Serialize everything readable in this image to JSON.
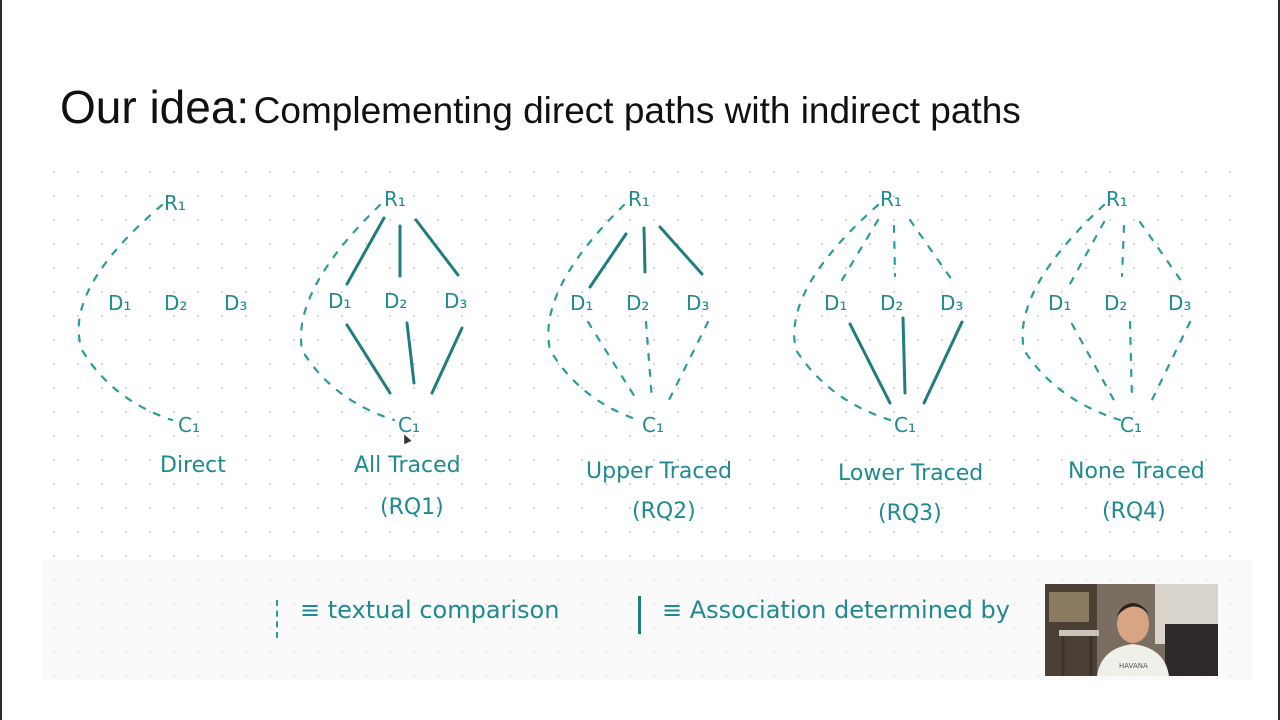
{
  "title": {
    "lead": "Our idea:",
    "rest": "Complementing direct paths with indirect paths"
  },
  "diagrams": [
    {
      "top": "R₁",
      "mids": [
        "D₁",
        "D₂",
        "D₃"
      ],
      "bottom": "C₁",
      "caption": "Direct",
      "rq": ""
    },
    {
      "top": "R₁",
      "mids": [
        "D₁",
        "D₂",
        "D₃"
      ],
      "bottom": "C₁",
      "caption": "All Traced",
      "rq": "(RQ1)"
    },
    {
      "top": "R₁",
      "mids": [
        "D₁",
        "D₂",
        "D₃"
      ],
      "bottom": "C₁",
      "caption": "Upper Traced",
      "rq": "(RQ2)"
    },
    {
      "top": "R₁",
      "mids": [
        "D₁",
        "D₂",
        "D₃"
      ],
      "bottom": "C₁",
      "caption": "Lower Traced",
      "rq": "(RQ3)"
    },
    {
      "top": "R₁",
      "mids": [
        "D₁",
        "D₂",
        "D₃"
      ],
      "bottom": "C₁",
      "caption": "None Traced",
      "rq": "(RQ4)"
    }
  ],
  "legend": {
    "dashed": "≡ textual comparison",
    "solid": "≡ Association determined by"
  },
  "webcam": {
    "shirt_text": "HAVANA"
  },
  "colors": {
    "ink": "#1f8a8f",
    "solid_ink": "#1f7d82",
    "title": "#111111"
  }
}
